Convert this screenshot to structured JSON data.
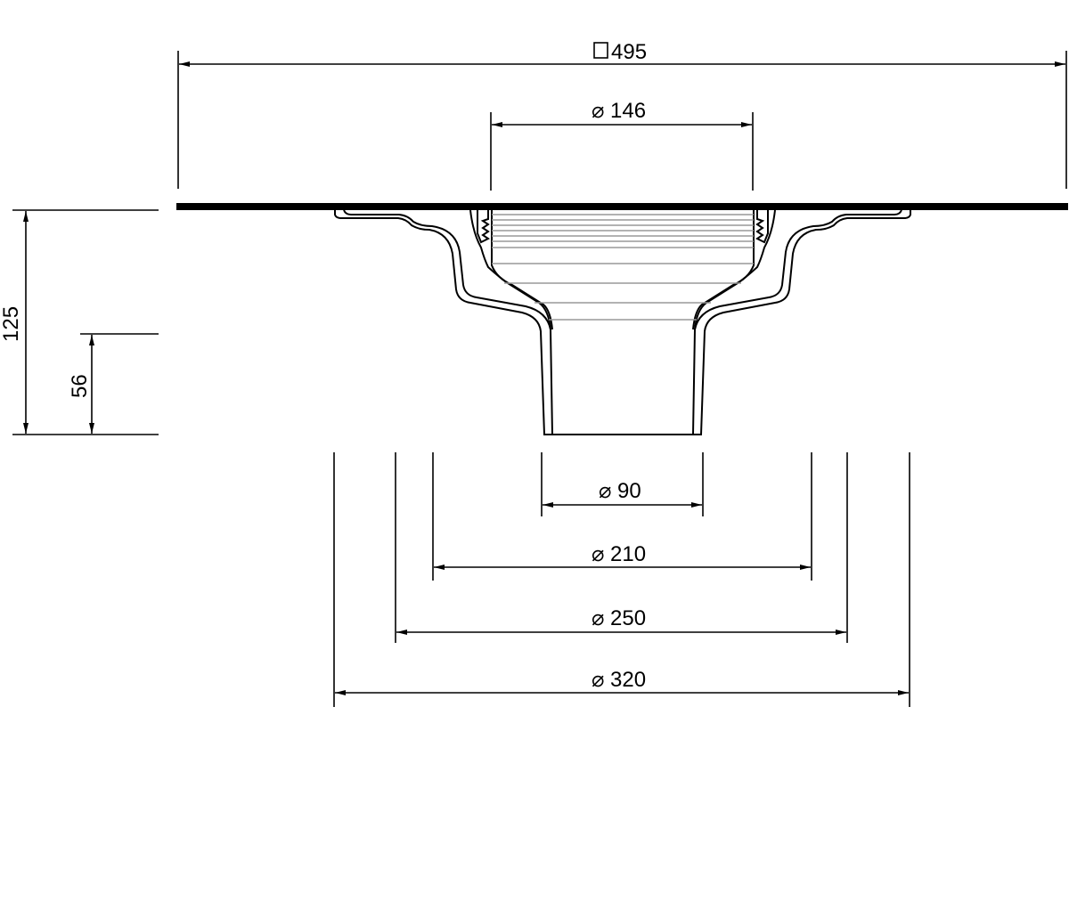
{
  "dimensions": {
    "square_width": {
      "symbol": "□",
      "value": "495"
    },
    "top_bore": {
      "symbol": "⌀",
      "value": "146"
    },
    "outlet_diameter": {
      "symbol": "⌀",
      "value": "90"
    },
    "diameter_210": {
      "symbol": "⌀",
      "value": "210"
    },
    "diameter_250": {
      "symbol": "⌀",
      "value": "250"
    },
    "diameter_320": {
      "symbol": "⌀",
      "value": "320"
    },
    "total_height": {
      "value": "125"
    },
    "outlet_height": {
      "value": "56"
    }
  },
  "colors": {
    "line": "#000000",
    "hatch": "#999999",
    "background": "#ffffff"
  }
}
